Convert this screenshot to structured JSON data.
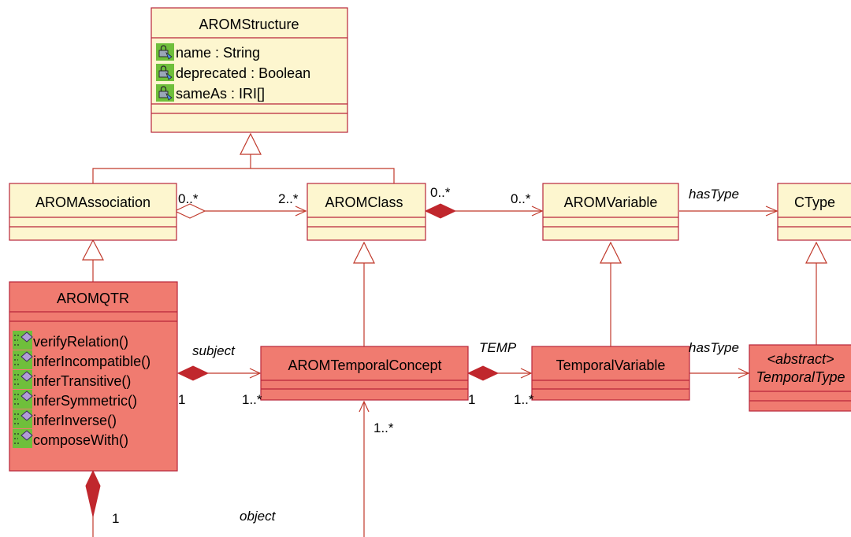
{
  "colors": {
    "class_fill": "#fdf6cf",
    "highlight_fill": "#f07b70",
    "border": "#b8253a",
    "edge": "#c0392b",
    "icon_green": "#6fbf3b"
  },
  "classes": {
    "arom_structure": {
      "name": "AROMStructure",
      "attributes": [
        "name : String",
        "deprecated : Boolean",
        "sameAs : IRI[]"
      ]
    },
    "arom_association": {
      "name": "AROMAssociation"
    },
    "arom_class": {
      "name": "AROMClass"
    },
    "arom_variable": {
      "name": "AROMVariable"
    },
    "ctype": {
      "name": "CType"
    },
    "arom_qtr": {
      "name": "AROMQTR",
      "methods": [
        "verifyRelation()",
        "inferIncompatible()",
        "inferTransitive()",
        "inferSymmetric()",
        "inferInverse()",
        "composeWith()"
      ]
    },
    "arom_temporal_concept": {
      "name": "AROMTemporalConcept"
    },
    "temporal_variable": {
      "name": "TemporalVariable"
    },
    "temporal_type": {
      "stereotype": "<abstract>",
      "name": "TemporalType"
    }
  },
  "labels": {
    "assoc_mult_left": "0..*",
    "assoc_mult_right": "2..*",
    "class_var_mult_left": "0..*",
    "class_var_mult_right": "0..*",
    "has_type_top": "hasType",
    "subject": "subject",
    "subject_mult_left": "1",
    "subject_mult_right": "1..*",
    "temp": "TEMP",
    "temp_mult_left": "1",
    "temp_mult_right": "1..*",
    "has_type_bottom": "hasType",
    "object": "object",
    "object_mult_top": "1..*",
    "object_mult_bottom": "1"
  }
}
